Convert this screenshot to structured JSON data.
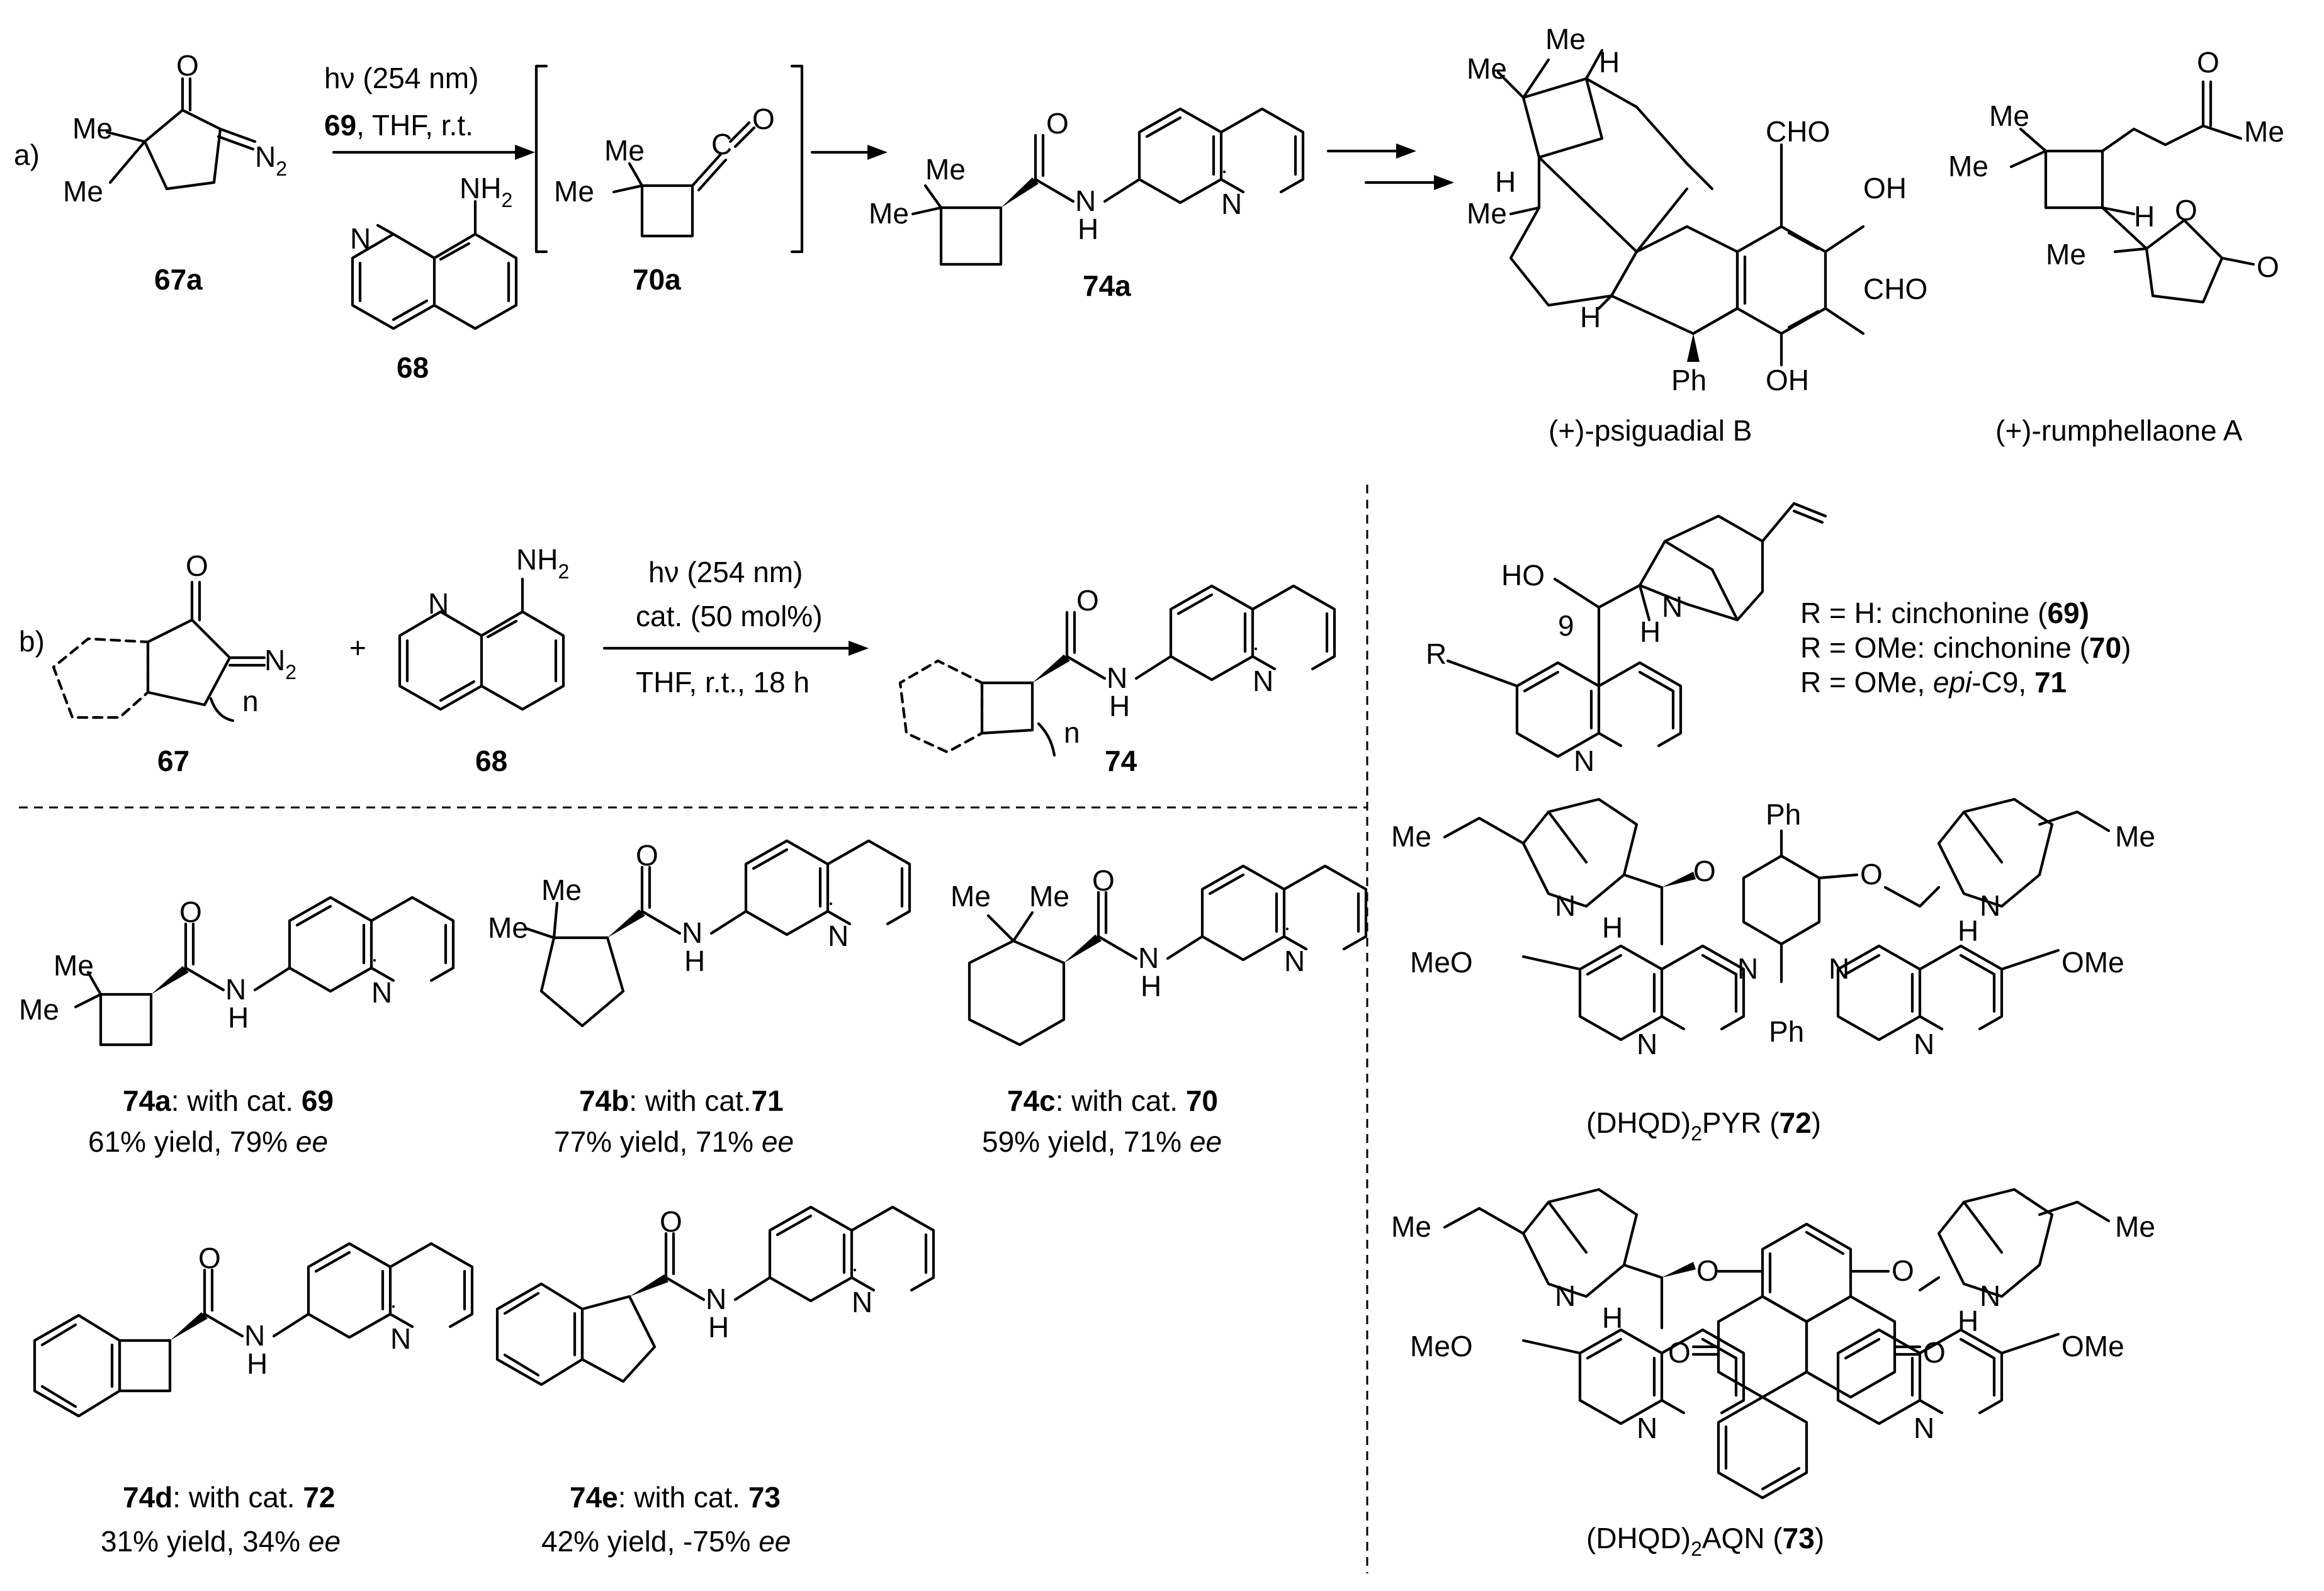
{
  "panel_a": {
    "label": "a)",
    "conditions": {
      "line1": "hν (254 nm)",
      "line2_bold": "69",
      "line2_rest": ", THF, r.t."
    },
    "compounds": {
      "c67a": "67a",
      "c68": "68",
      "c70a": "70a",
      "c74a": "74a"
    },
    "products": {
      "psiguadial": "(+)-psiguadial B",
      "rumphellaone": "(+)-rumphellaone A"
    }
  },
  "panel_b": {
    "label": "b)",
    "conditions": {
      "line1": "hν (254 nm)",
      "line2": "cat. (50 mol%)",
      "line3": "THF, r.t., 18 h"
    },
    "plus": "+",
    "compounds": {
      "c67": "67",
      "c68": "68",
      "c74": "74"
    }
  },
  "results": [
    {
      "cpd": "74a",
      "mid": ": with cat. ",
      "cat": "69",
      "yield": "61%  yield, 79% ",
      "ee": "ee"
    },
    {
      "cpd": "74b",
      "mid": ": with cat.",
      "cat": "71",
      "yield": "77%  yield, 71% ",
      "ee": "ee"
    },
    {
      "cpd": "74c",
      "mid": ": with cat. ",
      "cat": "70",
      "yield": "59%  yield, 71% ",
      "ee": "ee"
    },
    {
      "cpd": "74d",
      "mid": ": with cat. ",
      "cat": "72",
      "yield": "31%  yield, 34% ",
      "ee": "ee"
    },
    {
      "cpd": "74e",
      "mid": ": with cat. ",
      "cat": "73",
      "yield": "42%  yield, -75% ",
      "ee": "ee"
    }
  ],
  "catalysts": {
    "legend": [
      {
        "pre": "R = H: cinchonine (",
        "num": "69)",
        "post": ""
      },
      {
        "pre": "R = OMe: cinchonine (",
        "num": "70",
        "post": ")"
      },
      {
        "pre": "R = OMe, ",
        "italic": "epi",
        "mid": "-C9, ",
        "num": "71"
      }
    ],
    "pyr": {
      "pre": "(DHQD)",
      "sub": "2",
      "mid": "PYR (",
      "num": "72",
      "post": ")"
    },
    "aqn": {
      "pre": "(DHQD)",
      "sub": "2",
      "mid": "AQN (",
      "num": "73",
      "post": ")"
    }
  },
  "atoms": {
    "O": "O",
    "N": "N",
    "NH": "N",
    "H": "H",
    "NH2": "NH",
    "two": "2",
    "Me": "Me",
    "MeO": "MeO",
    "OMe": "OMe",
    "N2": "N",
    "Ph": "Ph",
    "HO": "HO",
    "OH": "OH",
    "CHO": "CHO",
    "R": "R",
    "n": "n",
    "nine": "9",
    "Et": "Me"
  }
}
